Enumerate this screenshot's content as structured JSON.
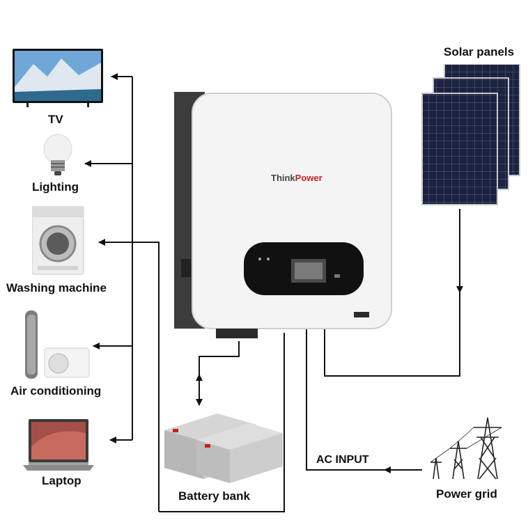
{
  "labels": {
    "tv": "TV",
    "lighting": "Lighting",
    "washing_machine": "Washing machine",
    "air_conditioning": "Air conditioning",
    "laptop": "Laptop",
    "solar_panels": "Solar panels",
    "battery_bank": "Battery bank",
    "power_grid": "Power grid",
    "ac_input": "AC INPUT"
  },
  "inverter": {
    "brand_prefix": "Think",
    "brand_suffix": "Power"
  },
  "colors": {
    "wire": "#111111",
    "brand_red": "#c8201e",
    "panel_cell": "#1c2340",
    "inverter_body": "#f4f4f4"
  }
}
